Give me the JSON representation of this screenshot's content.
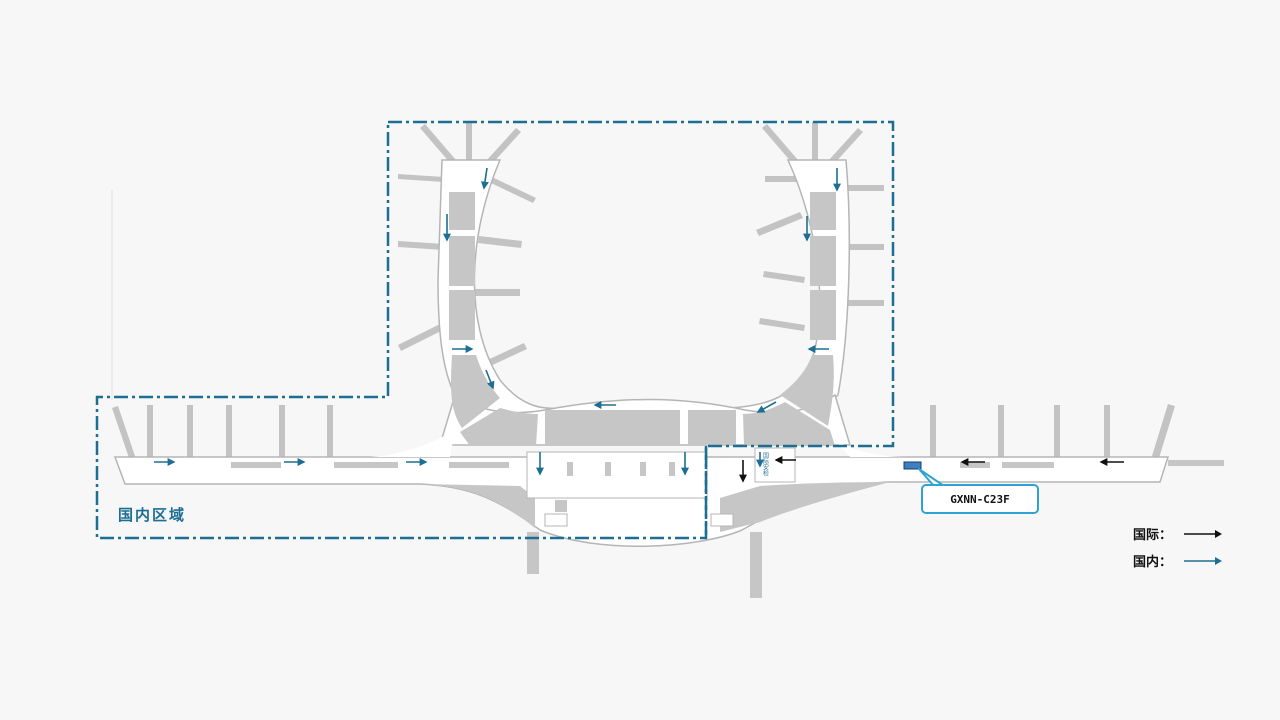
{
  "zones": {
    "domestic_label": "国内区域"
  },
  "callout": {
    "code": "GXNN-C23F",
    "marker_color": "#3d7fc1",
    "border_color": "#2ea3d2"
  },
  "security_checkpoint": {
    "label": "国际安检"
  },
  "legend": {
    "international_label": "国际：",
    "international_color": "#111111",
    "domestic_label": "国内：",
    "domestic_color": "#1c6e93"
  },
  "colors": {
    "zone_border": "#1c6e93",
    "building_outline": "#b5b5b5",
    "building_fill": "#ffffff",
    "area_fill": "#c6c6c6",
    "gate_fill": "#bdbdbd"
  }
}
